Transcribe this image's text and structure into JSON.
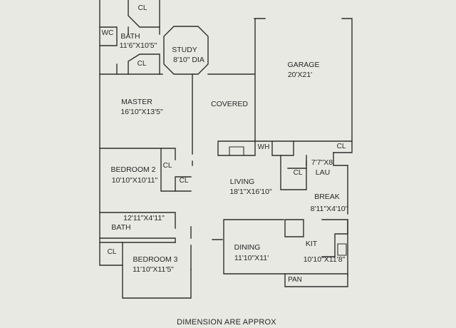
{
  "rooms": {
    "closet_top": "CL",
    "wc": "WC",
    "bath_top": {
      "name": "BATH",
      "dims": "11'6\"X10'5\""
    },
    "closet_bath": "CL",
    "study": {
      "name": "STUDY",
      "dims": "8'10\" DIA"
    },
    "garage": {
      "name": "GARAGE",
      "dims": "20'X21'"
    },
    "master": {
      "name": "MASTER",
      "dims": "16'10\"X13'5\""
    },
    "covered": "COVERED",
    "wh": "WH",
    "closet_garage": "CL",
    "laundry": {
      "dims": "7'7\"X8'",
      "name": "LAU"
    },
    "closet_laundry": "CL",
    "bedroom2": {
      "name": "BEDROOM 2",
      "dims": "10'10\"X10'11\""
    },
    "closet_bed2_a": "CL",
    "closet_bed2_b": "CL",
    "living": {
      "name": "LIVING",
      "dims": "18'1\"X16'10\""
    },
    "break": {
      "name": "BREAK",
      "dims": "8'11\"X4'10\""
    },
    "bath_hall": {
      "dims": "12'11\"X4'11\"",
      "name": "BATH"
    },
    "dining": {
      "name": "DINING",
      "dims": "11'10\"X11'"
    },
    "kit": {
      "name": "KIT",
      "dims": "10'10\"X11'8\""
    },
    "closet_bed3": "CL",
    "bedroom3": {
      "name": "BEDROOM 3",
      "dims": "11'10\"X11'5\""
    },
    "pantry": "PAN"
  },
  "footnote": "DIMENSION ARE APPROX"
}
